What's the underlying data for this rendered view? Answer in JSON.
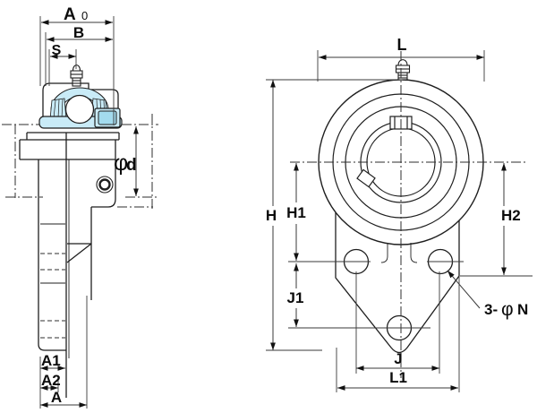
{
  "drawing": {
    "colors": {
      "body_fill": "#c9ebf7",
      "body_fill_dark": "#a3dbee",
      "line": "#1f1f1f",
      "dim_line": "#3a3a3a",
      "background": "#ffffff"
    },
    "left_view": {
      "labels": {
        "a0_letter": "A",
        "a0_subscript": "0",
        "b": "B",
        "s": "S",
        "phi": "φ",
        "d": "d",
        "a1": "A1",
        "a2": "A2",
        "a": "A"
      }
    },
    "right_view": {
      "labels": {
        "l": "L",
        "h": "H",
        "h1": "H1",
        "h2": "H2",
        "j1": "J1",
        "j": "J",
        "l1": "L1",
        "n_count": "3-",
        "n_phi": "φ",
        "n_letter": "N"
      }
    }
  }
}
